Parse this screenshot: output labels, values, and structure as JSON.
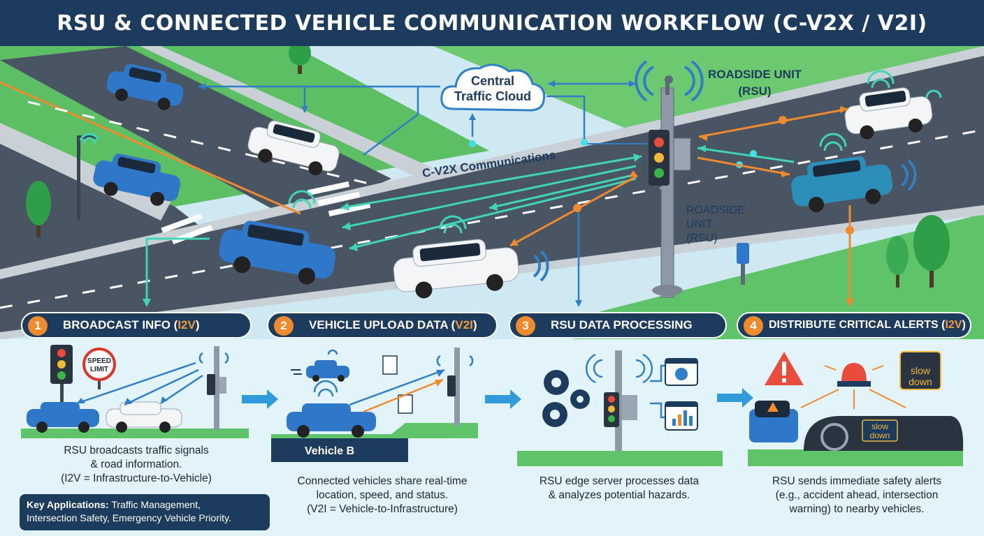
{
  "title": "RSU & CONNECTED VEHICLE COMMUNICATION WORKFLOW (C-V2X / V2I)",
  "scene": {
    "cloud_label_line1": "Central",
    "cloud_label_line2": "Traffic Cloud",
    "comms_label": "C-V2X Communications",
    "rsu_top_line1": "ROADSIDE UNIT",
    "rsu_top_line2": "(RSU)",
    "rsu_mid_line1": "ROADSIDE",
    "rsu_mid_line2": "UNIT",
    "rsu_mid_line3": "(RSU)"
  },
  "steps": [
    {
      "num": "1",
      "label_main": "BROADCAST INFO (",
      "label_hl": "I2V",
      "label_end": ")"
    },
    {
      "num": "2",
      "label_main": "VEHICLE UPLOAD DATA (",
      "label_hl": "V2I",
      "label_end": ")"
    },
    {
      "num": "3",
      "label_main": "RSU DATA PROCESSING",
      "label_hl": "",
      "label_end": ""
    },
    {
      "num": "4",
      "label_main": "DISTRIBUTE CRITICAL ALERTS (",
      "label_hl": "I2V",
      "label_end": ")"
    }
  ],
  "panel1": {
    "sign_line1": "SPEED",
    "sign_line2": "LIMIT",
    "desc_line1": "RSU broadcasts traffic signals",
    "desc_line2": "& road information.",
    "desc_line3": "(I2V = Infrastructure-to-Vehicle)"
  },
  "key_apps": {
    "heading": "Key Applications:",
    "text_line1": " Traffic Management,",
    "text_line2": "Intersection Safety, Emergency Vehicle Priority."
  },
  "panel2": {
    "vehicle_label": "Vehicle B",
    "desc_line1": "Connected vehicles share real-time",
    "desc_line2": "location, speed, and status.",
    "desc_line3": "(V2I = Vehicle-to-Infrastructure)"
  },
  "panel3": {
    "desc_line1": "RSU edge server processes data",
    "desc_line2": "& analyzes potential hazards."
  },
  "panel4": {
    "sign_line1": "slow",
    "sign_line2": "down",
    "dash_line1": "slow",
    "dash_line2": "down",
    "desc_line1": "RSU sends immediate safety alerts",
    "desc_line2": "(e.g., accident ahead, intersection",
    "desc_line3": "warning) to nearby vehicles."
  },
  "colors": {
    "navy": "#1d3b5c",
    "accent_orange": "#f08a2c",
    "teal_signal": "#3fd6b8",
    "blue_signal": "#2f7fc8",
    "car_blue": "#2f78c9",
    "grass": "#5fc36a"
  }
}
